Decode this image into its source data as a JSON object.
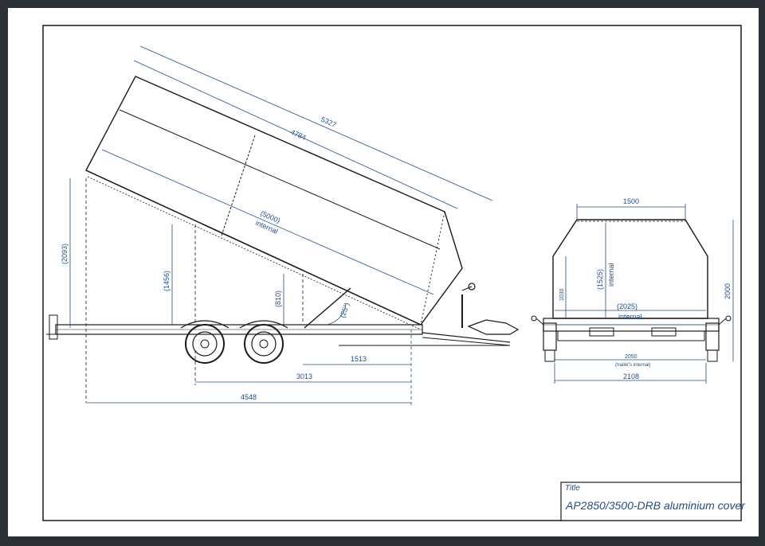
{
  "title_block": {
    "label": "Title",
    "value": "AP2850/3500-DRB aluminium cover"
  },
  "side_view": {
    "dim_overall_length": "5327",
    "dim_cover_length": "4784",
    "dim_internal_length": "(5000)",
    "dim_internal_label": "internal",
    "dim_front_height": "(2093)",
    "dim_mid_height": "(1456)",
    "dim_rear_height": "(810)",
    "dim_tilt_angle": "(25°)",
    "dim_axle_to_rear": "1513",
    "dim_axle_span": "3013",
    "dim_total_base": "4548"
  },
  "rear_view": {
    "dim_top_width": "1500",
    "dim_height_total": "2000",
    "dim_inner_height": "(1525)",
    "dim_inner_height_label": "internal",
    "dim_side_height": "1030",
    "dim_inner_width": "(2025)",
    "dim_inner_width_label": "internal",
    "dim_track": "2050",
    "dim_track_label": "(trailer's internal)",
    "dim_overall_width": "2108"
  },
  "colors": {
    "line": "#1a1a1a",
    "dimension": "#1f4e8c",
    "background": "#2b2f36",
    "sheet": "#ffffff"
  }
}
